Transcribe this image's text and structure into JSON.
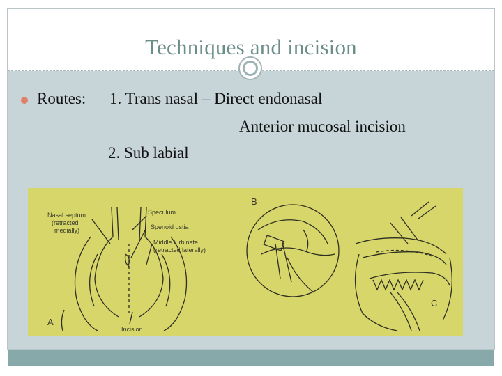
{
  "slide": {
    "title": "Techniques and incision",
    "routes_label": "Routes:",
    "route_1": "1. Trans nasal – Direct endonasal",
    "route_1_sub": "Anterior mucosal incision",
    "route_2": "2. Sub labial"
  },
  "figure": {
    "labels": {
      "nasal_septum": [
        "Nasal septum",
        "(retracted",
        "medially)"
      ],
      "speculum": "Speculum",
      "sphenoid_ostia": "Spenoid ostia",
      "middle_turbinate": [
        "Middle turbinate",
        "(retracted laterally)"
      ],
      "incision": "Incision",
      "panel_a": "A",
      "panel_b": "B",
      "panel_c": "C"
    }
  },
  "colors": {
    "title": "#6b8e89",
    "content_bg": "#c8d5d8",
    "bullet": "#e08066",
    "footer": "#88a9a9",
    "figure_bg": "#d6d66a"
  }
}
